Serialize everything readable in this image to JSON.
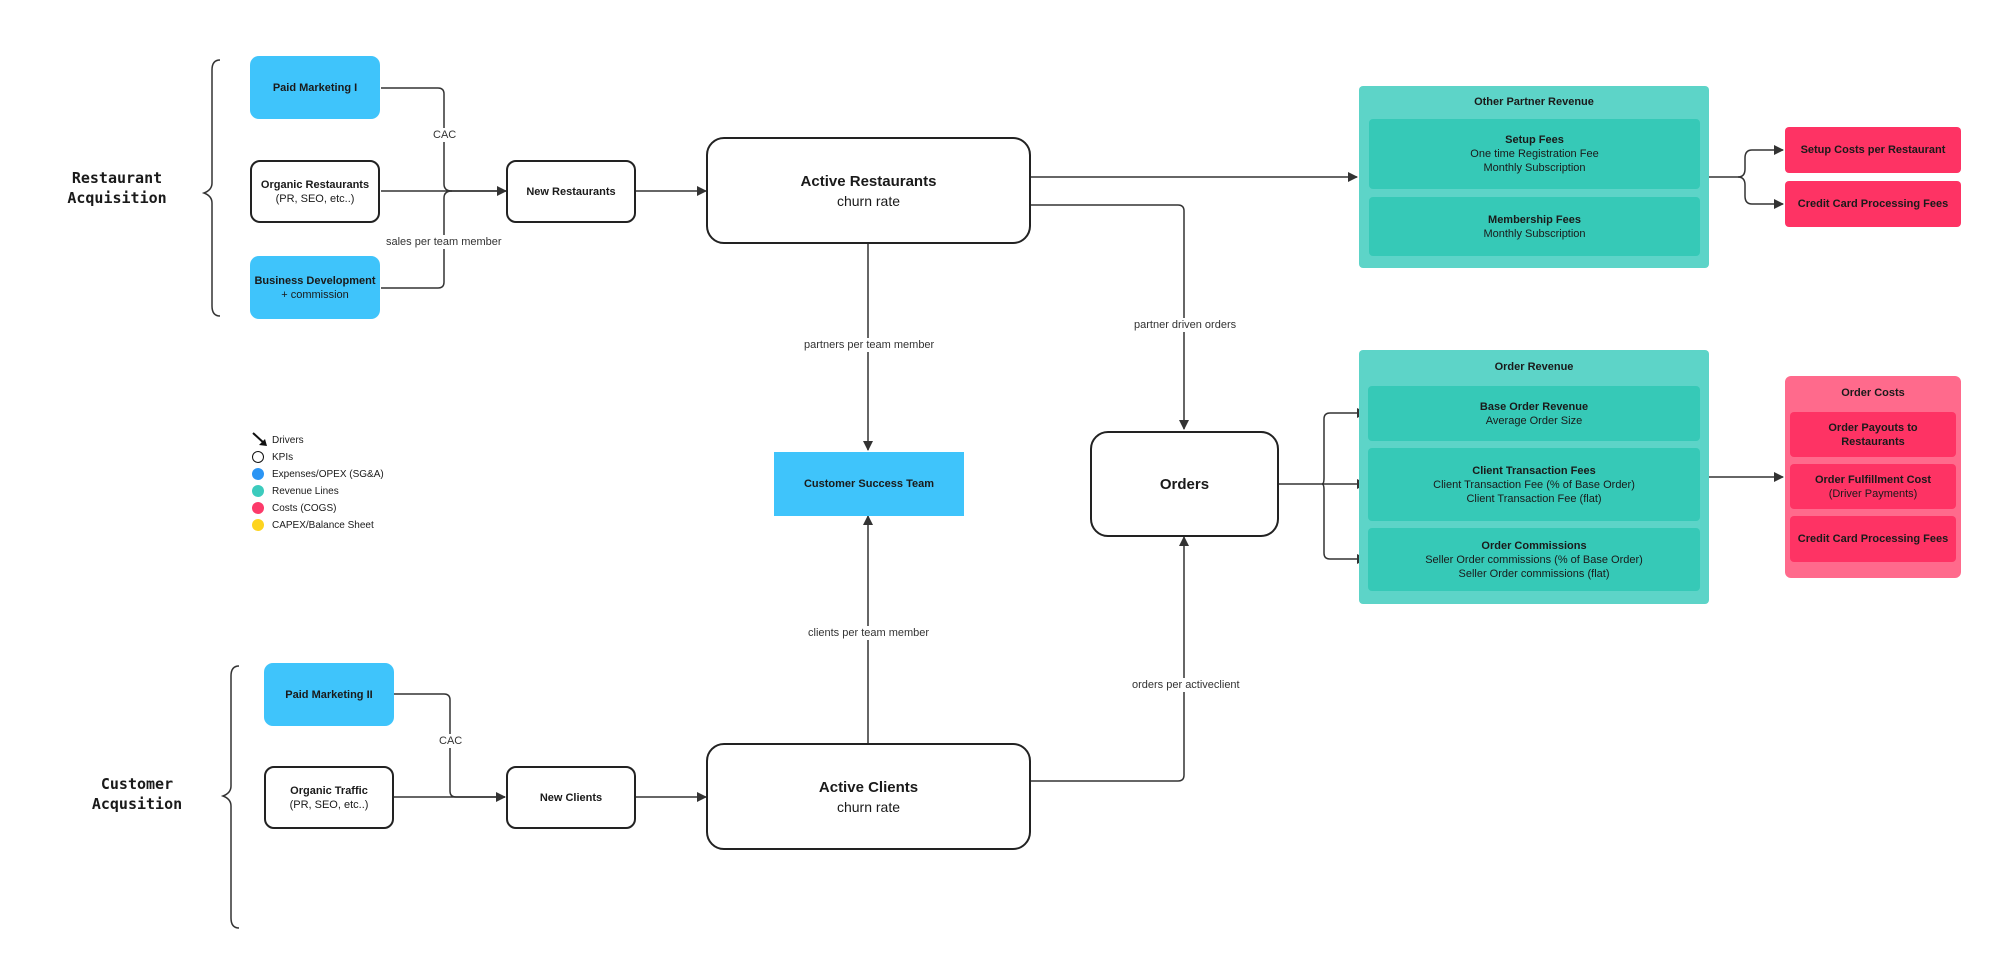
{
  "sections": {
    "restaurant": [
      "Restaurant",
      "Acquisition"
    ],
    "customer": [
      "Customer",
      "Acqusition"
    ]
  },
  "nodes": {
    "paid_marketing_1": "Paid Marketing I",
    "organic_restaurants": {
      "title": "Organic Restaurants",
      "sub": "(PR, SEO, etc..)"
    },
    "business_development": {
      "title": "Business Development",
      "sub": "+ commission"
    },
    "new_restaurants": "New Restaurants",
    "active_restaurants": {
      "title": "Active Restaurants",
      "sub": "churn rate"
    },
    "customer_success": "Customer Success Team",
    "orders": "Orders",
    "paid_marketing_2": "Paid Marketing II",
    "organic_traffic": {
      "title": "Organic Traffic",
      "sub": "(PR, SEO, etc..)"
    },
    "new_clients": "New Clients",
    "active_clients": {
      "title": "Active Clients",
      "sub": "churn rate"
    }
  },
  "edge_labels": {
    "cac_top": "CAC",
    "sales_per_member": "sales per team member",
    "partners_per_member": "partners per team member",
    "partner_driven_orders": "partner driven orders",
    "clients_per_member": "clients per team member",
    "orders_per_client": "orders per activeclient",
    "cac_bottom": "CAC"
  },
  "other_partner_revenue": {
    "title": "Other Partner Revenue",
    "setup_fees": {
      "title": "Setup Fees",
      "lines": [
        "One time Registration Fee",
        "Monthly Subscription"
      ]
    },
    "membership_fees": {
      "title": "Membership Fees",
      "lines": [
        "Monthly Subscription"
      ]
    }
  },
  "order_revenue": {
    "title": "Order Revenue",
    "base": {
      "title": "Base Order Revenue",
      "lines": [
        "Average Order Size"
      ]
    },
    "client_fees": {
      "title": "Client Transaction Fees",
      "lines": [
        "Client Transaction Fee (% of Base Order)",
        "Client Transaction Fee (flat)"
      ]
    },
    "commissions": {
      "title": "Order Commissions",
      "lines": [
        "Seller Order commissions (% of Base Order)",
        "Seller Order commissions (flat)"
      ]
    }
  },
  "partner_costs": {
    "setup_costs": "Setup Costs per Restaurant",
    "cc_fees": "Credit Card Processing Fees"
  },
  "order_costs": {
    "title": "Order Costs",
    "payouts": [
      "Order Payouts to",
      "Restaurants"
    ],
    "fulfillment": {
      "title": "Order Fulfillment Cost",
      "sub": "(Driver Payments)"
    },
    "cc_fees": "Credit Card Processing Fees"
  },
  "legend": [
    {
      "label": "Drivers",
      "icon": "arrow-icon",
      "color": "#111111"
    },
    {
      "label": "KPIs",
      "icon": "circle-outline-icon",
      "color": "#111111"
    },
    {
      "label": "Expenses/OPEX (SG&A)",
      "icon": "dot-icon",
      "color": "#2b95f4"
    },
    {
      "label": "Revenue Lines",
      "icon": "dot-icon",
      "color": "#3ccbbd"
    },
    {
      "label": "Costs (COGS)",
      "icon": "dot-icon",
      "color": "#fc3a6a"
    },
    {
      "label": "CAPEX/Balance Sheet",
      "icon": "dot-icon",
      "color": "#fdd41f"
    }
  ]
}
